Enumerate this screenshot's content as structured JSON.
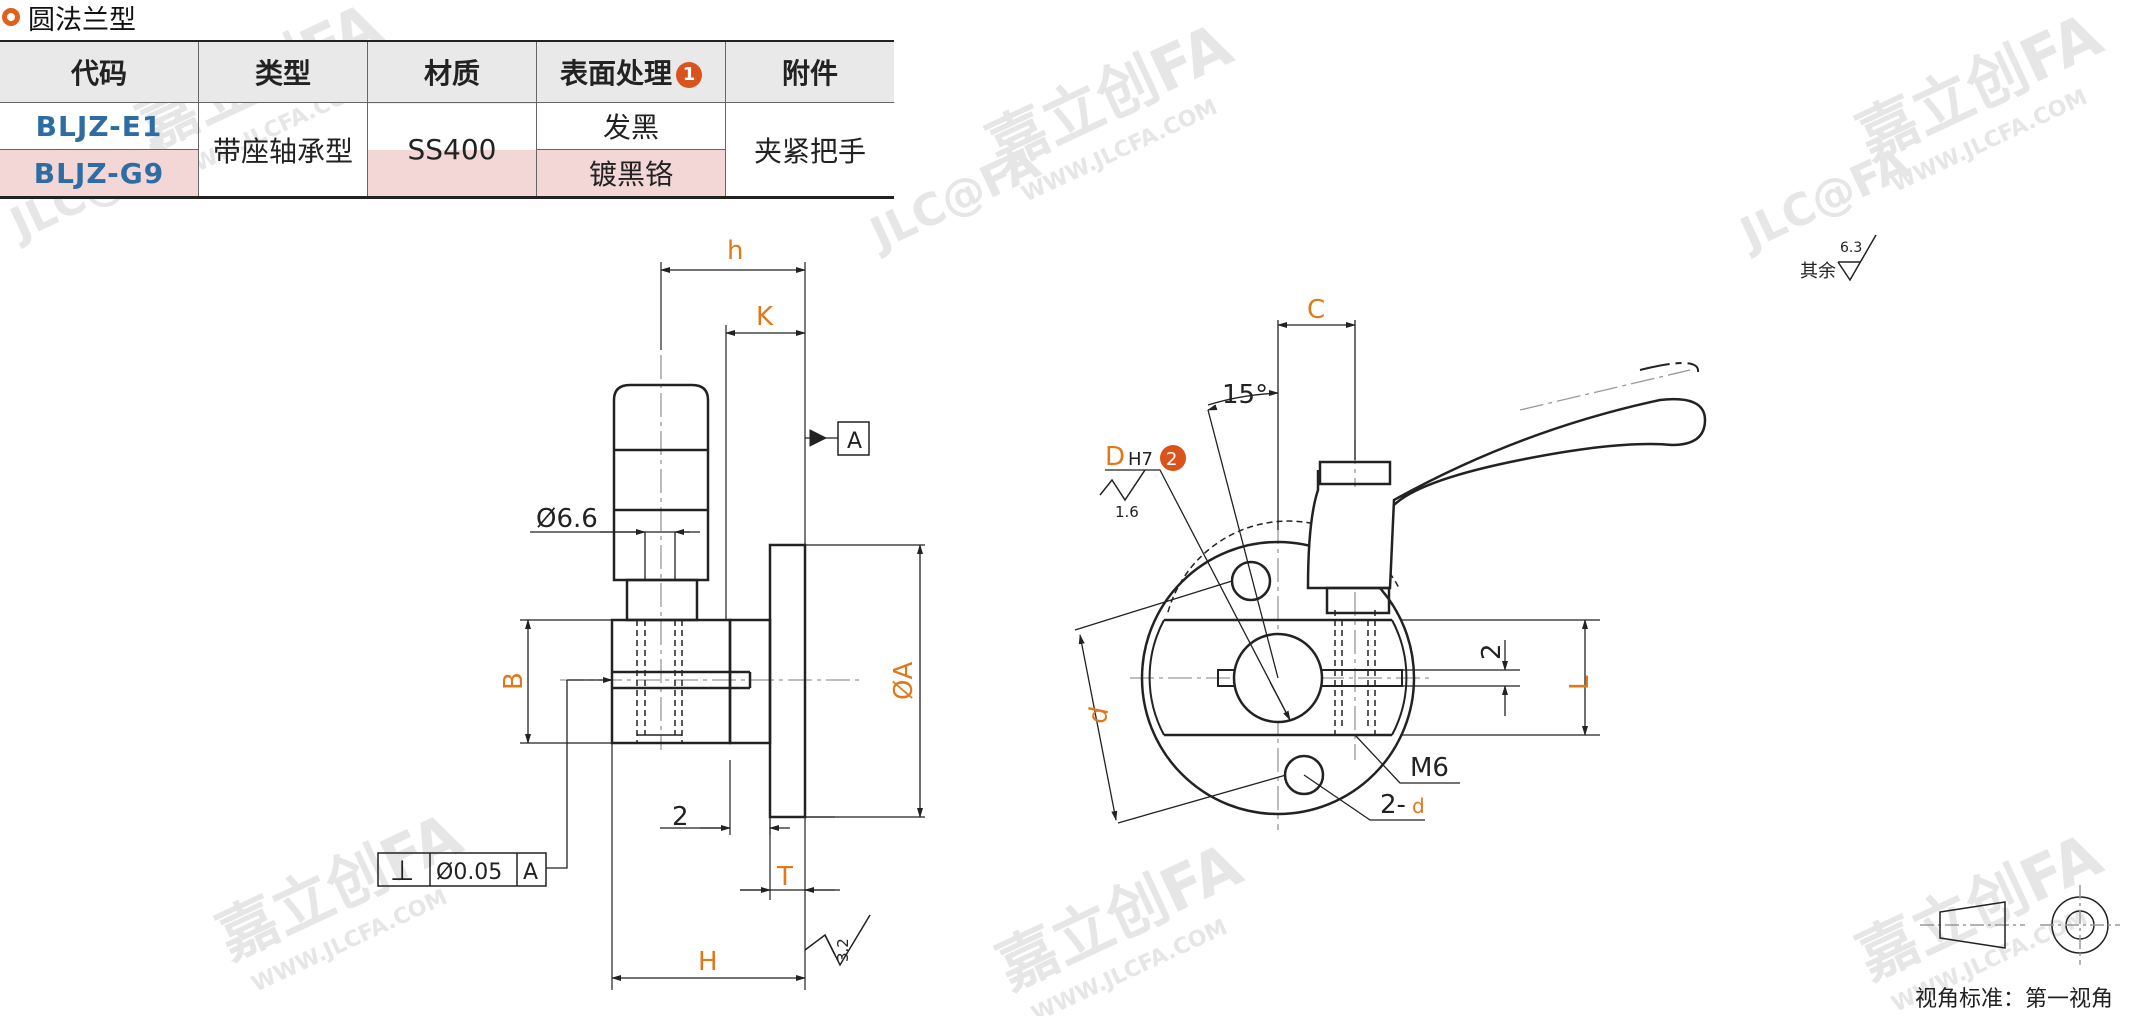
{
  "title": "圆法兰型",
  "table": {
    "headers": [
      "代码",
      "类型",
      "材质",
      "表面处理",
      "附件"
    ],
    "header_badge": "1",
    "codes": [
      "BLJZ-E1",
      "BLJZ-G9"
    ],
    "type": "带座轴承型",
    "material": "SS400",
    "finishes": [
      "发黑",
      "镀黑铬"
    ],
    "accessory": "夹紧把手"
  },
  "left_view": {
    "h": "h",
    "K": "K",
    "datum": "A",
    "phi66": "Ø6.6",
    "B": "B",
    "phiA": "ØA",
    "two": "2",
    "T": "T",
    "H": "H",
    "tolerance": {
      "symbol": "⊥",
      "value": "Ø0.05",
      "datum": "A"
    },
    "roughness": "3.2"
  },
  "right_view": {
    "C": "C",
    "angle": "15°",
    "D": "D",
    "H7": "H7",
    "badge": "2",
    "roughness": "1.6",
    "d_dim": "d",
    "two": "2",
    "L": "L",
    "M6": "M6",
    "two_prefix": "2-",
    "two_d": "d"
  },
  "other_roughness": {
    "label": "其余",
    "value": "6.3"
  },
  "projection_label": "视角标准：第一视角",
  "watermark": {
    "brand": "嘉立创FA",
    "url": "WWW.JLCFA.COM",
    "logo": "JLC@FA"
  }
}
